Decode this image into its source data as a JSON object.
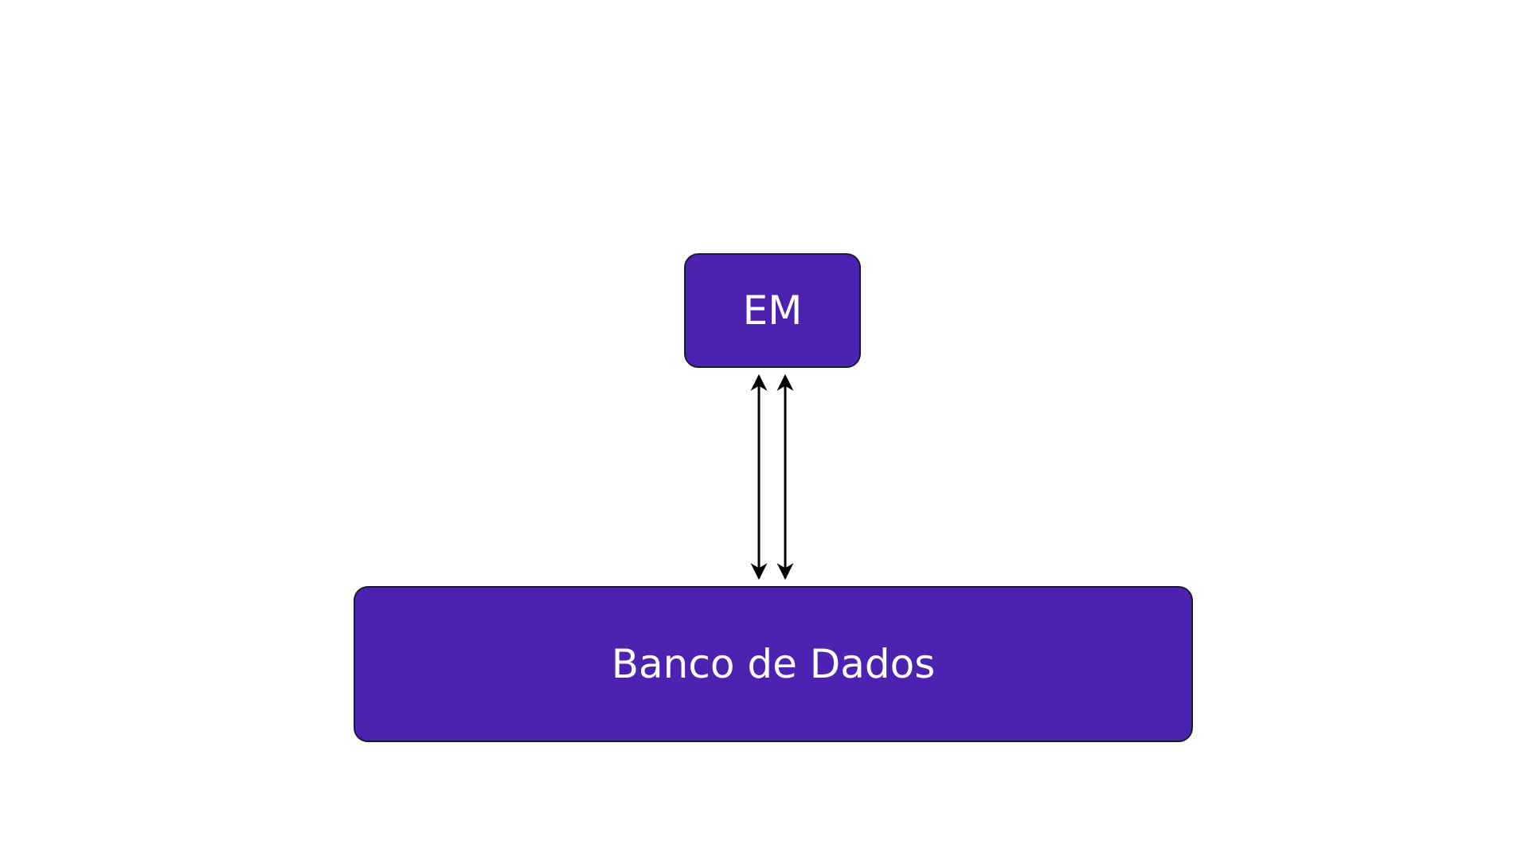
{
  "diagram": {
    "colors": {
      "node_fill": "#4c22b1",
      "node_text": "#ffffff",
      "arrow": "#000000"
    },
    "nodes": {
      "em": {
        "label": "EM"
      },
      "database": {
        "label": "Banco de Dados"
      }
    },
    "connections": [
      {
        "from": "em",
        "to": "database",
        "direction": "bidirectional"
      },
      {
        "from": "em",
        "to": "database",
        "direction": "bidirectional"
      }
    ]
  }
}
